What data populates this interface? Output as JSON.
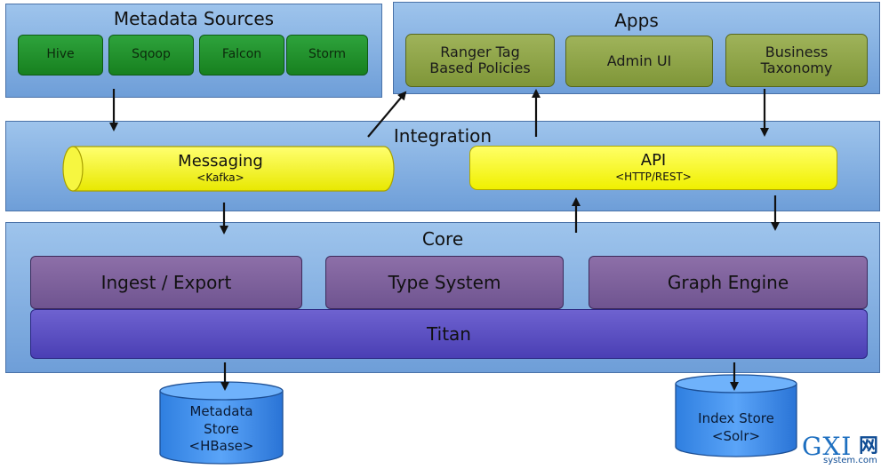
{
  "metadata_sources": {
    "title": "Metadata Sources",
    "items": [
      "Hive",
      "Sqoop",
      "Falcon",
      "Storm"
    ]
  },
  "apps": {
    "title": "Apps",
    "ranger_line1": "Ranger Tag",
    "ranger_line2": "Based Policies",
    "admin_ui": "Admin UI",
    "business_line1": "Business",
    "business_line2": "Taxonomy"
  },
  "integration": {
    "title": "Integration",
    "messaging": "Messaging",
    "messaging_sub": "<Kafka>",
    "api": "API",
    "api_sub": "<HTTP/REST>"
  },
  "core": {
    "title": "Core",
    "ingest_export": "Ingest / Export",
    "type_system": "Type System",
    "graph_engine": "Graph Engine",
    "titan": "Titan"
  },
  "stores": {
    "metadata_line1": "Metadata",
    "metadata_line2": "Store",
    "metadata_line3": "<HBase>",
    "index_line1": "Index Store",
    "index_line2": "<Solr>"
  },
  "watermark": {
    "mark": "GXI",
    "net": "网",
    "site": "system.com"
  },
  "colors": {
    "panel_blue": "#8bb4e6",
    "source_green": "#1f8f2b",
    "app_olive": "#8fa348",
    "bus_yellow": "#ffff33",
    "core_purple": "#7c5f9c",
    "titan_blue": "#5a50c4",
    "store_blue": "#3b8ff0"
  }
}
